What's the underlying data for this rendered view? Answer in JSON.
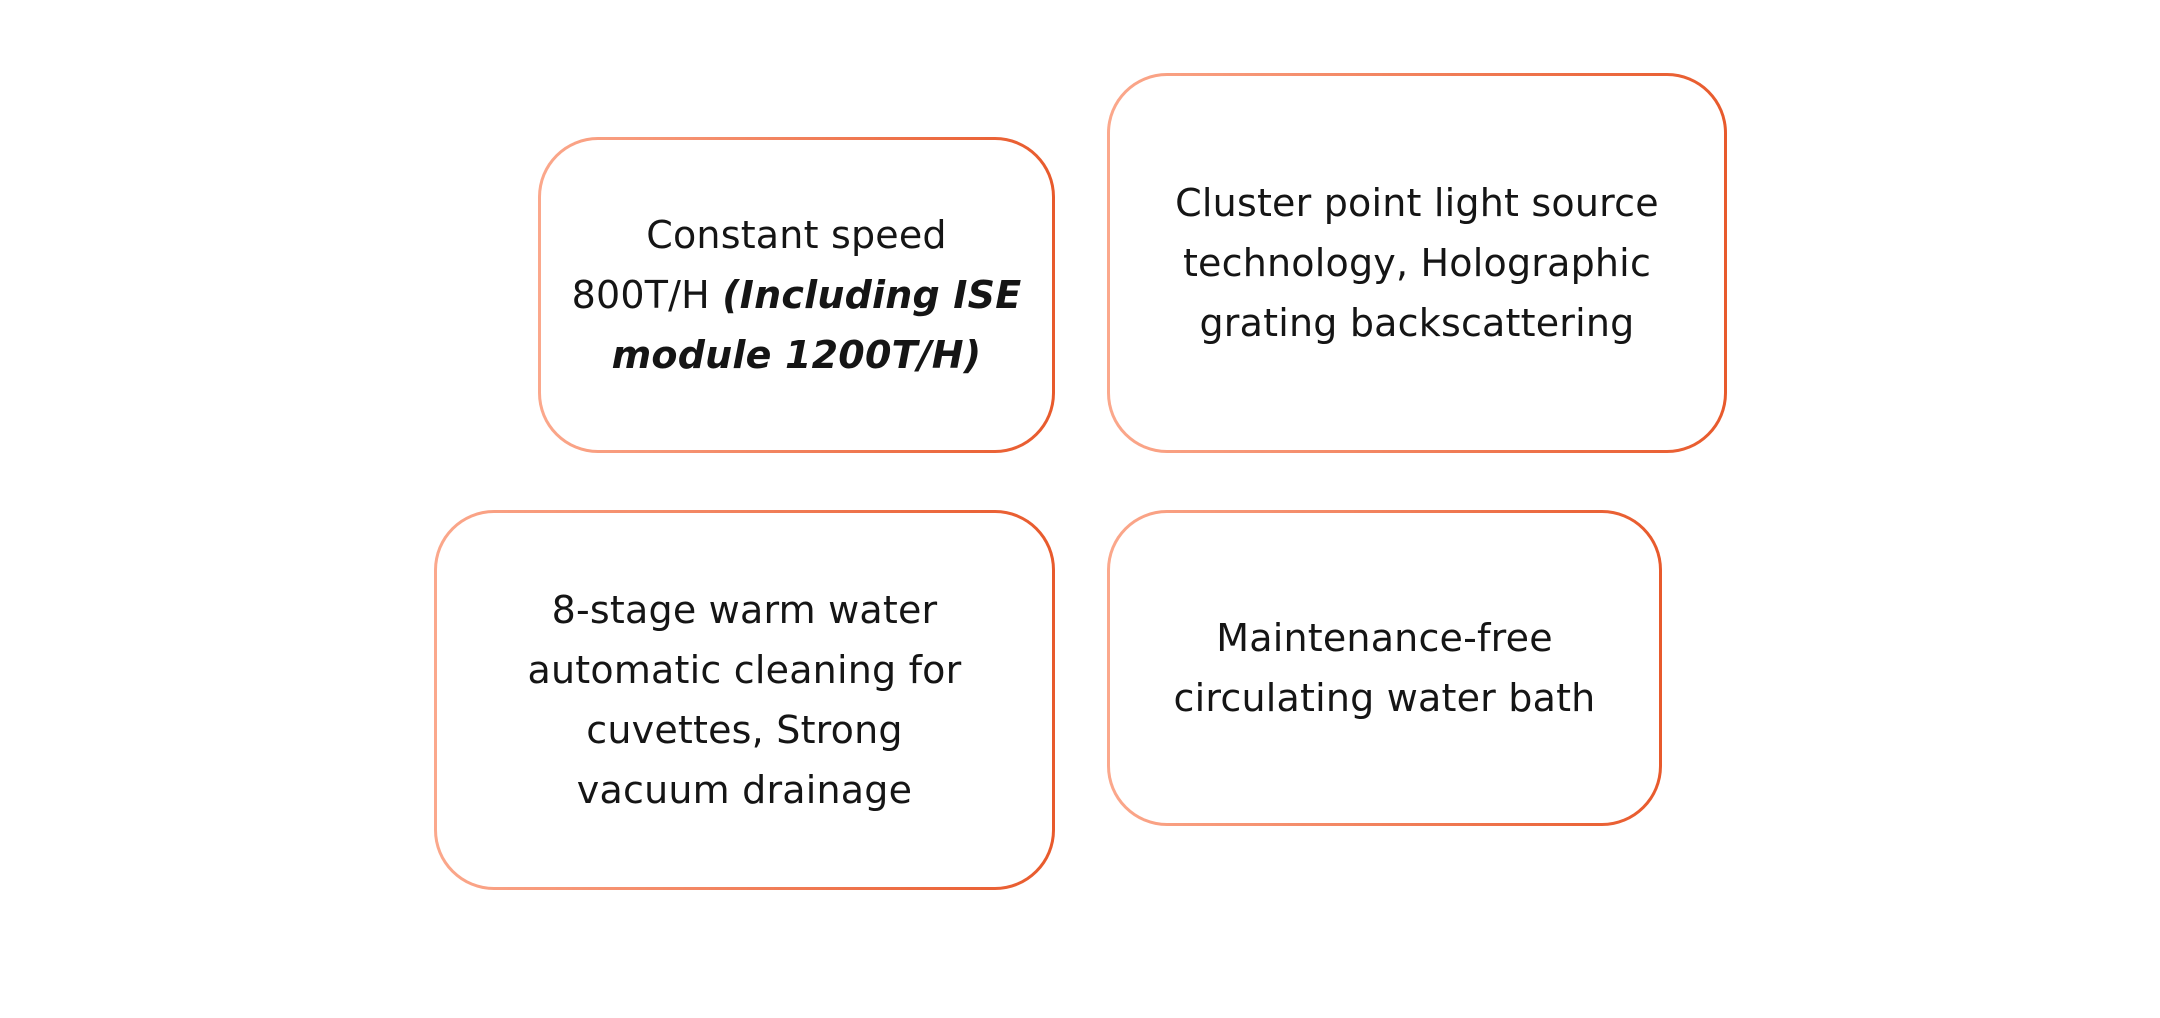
{
  "cards": [
    {
      "lines": [
        "Constant speed",
        "800T/H "
      ],
      "emphasis": [
        "(Including ISE",
        "module 1200T/H)"
      ]
    },
    {
      "lines": [
        "Cluster point light source",
        "technology, Holographic",
        "grating backscattering"
      ]
    },
    {
      "lines": [
        "8-stage warm water",
        "automatic cleaning for",
        "cuvettes, Strong",
        "vacuum drainage"
      ]
    },
    {
      "lines": [
        "Maintenance-free",
        "circulating water bath"
      ]
    }
  ],
  "colors": {
    "border_start": "#fba88c",
    "border_end": "#e85a2c",
    "text": "#151515"
  }
}
